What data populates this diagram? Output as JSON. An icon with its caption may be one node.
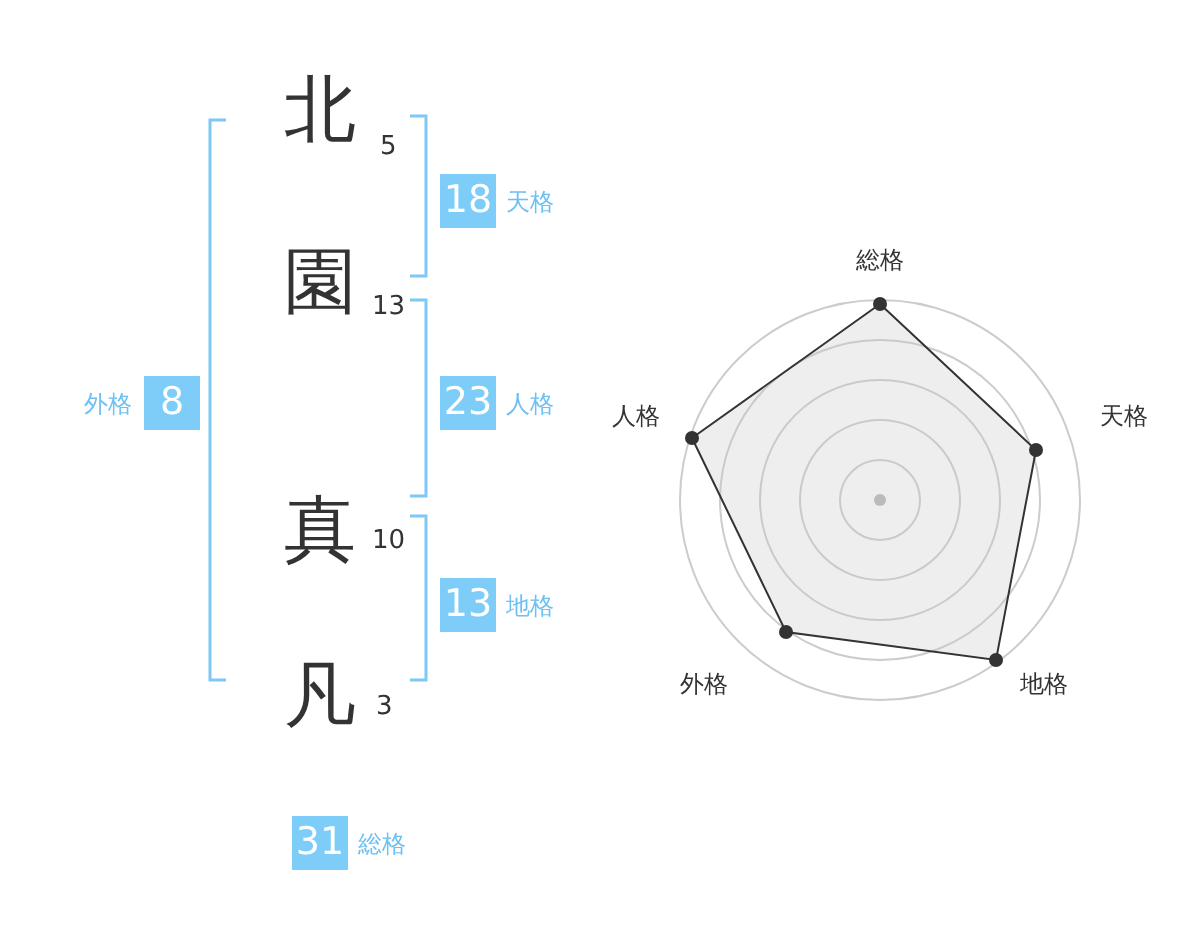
{
  "diagram": {
    "nodes": [
      {
        "text": [
          "18"
        ],
        "beside": [
          "天格"
        ]
      },
      {
        "text": [
          "8"
        ],
        "beside": [
          "外格"
        ]
      },
      {
        "text": [
          "23"
        ],
        "beside": [
          "人格"
        ]
      },
      {
        "text": [
          "13"
        ],
        "beside": [
          "地格"
        ]
      },
      {
        "text": [
          "31"
        ],
        "beside": [
          "総格"
        ]
      }
    ],
    "edges": [],
    "labels": [
      "北",
      "5",
      "園",
      "13",
      "真",
      "10",
      "凡",
      "3",
      "総格",
      "人格",
      "天格",
      "外格",
      "地格"
    ]
  }
}
